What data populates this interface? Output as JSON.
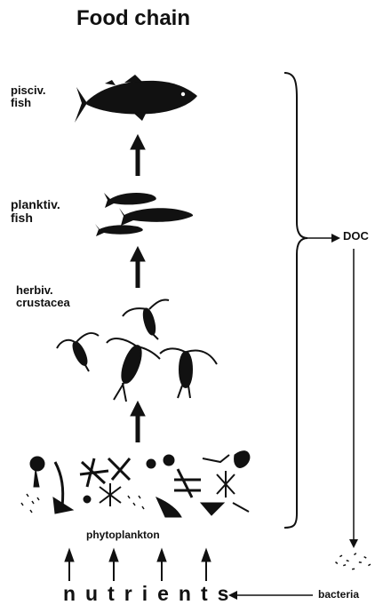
{
  "title": "Food chain",
  "levels": {
    "piscivorous": [
      "pisciv.",
      "fish"
    ],
    "planktivorous": [
      "planktiv.",
      "fish"
    ],
    "herbivorous": [
      "herbiv.",
      "crustacea"
    ],
    "producers": "phytoplankton"
  },
  "side": {
    "doc": "DOC",
    "bacteria": "bacteria"
  },
  "base": "nutrients",
  "colors": {
    "ink": "#111111",
    "background": "#ffffff"
  }
}
